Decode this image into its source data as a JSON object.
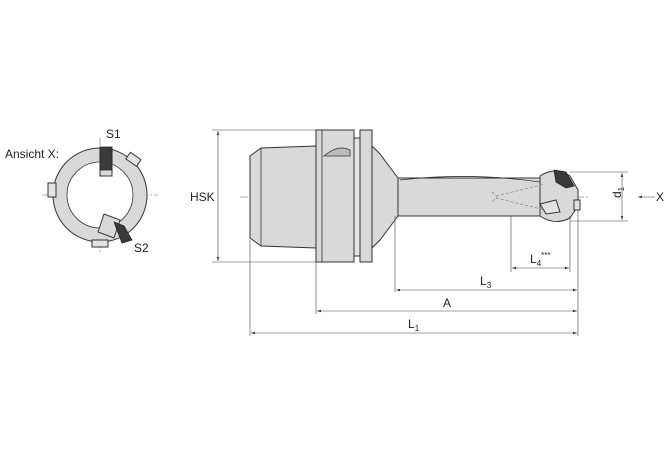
{
  "view_label": "Ansicht X:",
  "insert_labels": {
    "s1": "S1",
    "s2": "S2"
  },
  "dimensions": {
    "hsk": "HSK",
    "d": {
      "main": "d",
      "sub": "1"
    },
    "x_arrow": "X",
    "l4": {
      "main": "L",
      "sub": "4",
      "sup": "***"
    },
    "l3": {
      "main": "L",
      "sub": "3"
    },
    "a": "A",
    "l1": {
      "main": "L",
      "sub": "1"
    }
  },
  "colors": {
    "body": "#d9d9d9",
    "insert": "#3a3a3a",
    "line": "#333333"
  }
}
